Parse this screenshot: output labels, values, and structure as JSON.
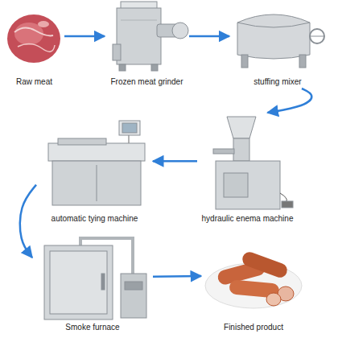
{
  "diagram": {
    "nodes": [
      {
        "text": [
          "Raw meat"
        ]
      },
      {
        "text": [
          "Frozen meat grinder"
        ]
      },
      {
        "text": [
          "stuffing mixer"
        ]
      },
      {
        "text": [
          "hydraulic enema machine"
        ]
      },
      {
        "text": [
          "automatic tying machine"
        ]
      },
      {
        "text": [
          "Smoke furnace"
        ]
      },
      {
        "text": [
          "Finished product"
        ]
      }
    ],
    "edges": [
      {
        "from": 0,
        "to": 1,
        "arrow": "to"
      },
      {
        "from": 1,
        "to": 2,
        "arrow": "to"
      },
      {
        "from": 2,
        "to": 3,
        "arrow": "to"
      },
      {
        "from": 3,
        "to": 4,
        "arrow": "to"
      },
      {
        "from": 4,
        "to": 5,
        "arrow": "to"
      },
      {
        "from": 5,
        "to": 6,
        "arrow": "to"
      }
    ]
  }
}
